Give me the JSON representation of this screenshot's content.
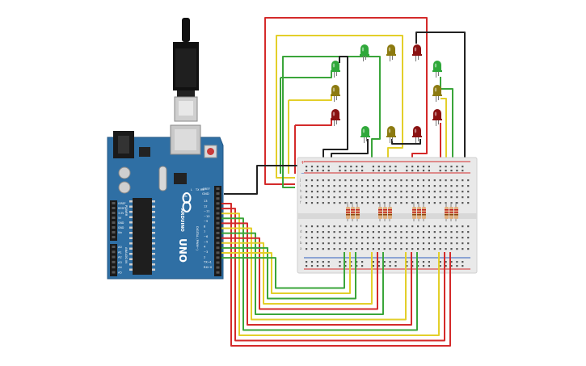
{
  "board": {
    "brand": "ARDUINO",
    "model": "UNO",
    "aref_label": "AREF",
    "gnd_label": "GND",
    "digital_header_title": "DIGITAL (PWM~)",
    "power_header_title": "POWER",
    "analog_header_title": "ANALOG IN",
    "digital_pins": [
      "13",
      "12",
      "~11",
      "~10",
      "~9",
      "8",
      "7",
      "~6",
      "~5",
      "4",
      "~3",
      "2",
      "TX→1",
      "RX←0"
    ],
    "power_pins": [
      "IOREF",
      "RESET",
      "3.3V",
      "5V",
      "GND",
      "GND",
      "Vin"
    ],
    "analog_pins": [
      "A0",
      "A1",
      "A2",
      "A3",
      "A4",
      "A5"
    ],
    "led_labels": [
      "L",
      "TX",
      "RX"
    ],
    "on_label": "ON"
  },
  "breadboard": {
    "rail_plus": "+",
    "rail_minus": "−",
    "row_letters_top": [
      "j",
      "i",
      "h",
      "g",
      "f"
    ],
    "row_letters_bottom": [
      "e",
      "d",
      "c",
      "b",
      "a"
    ]
  },
  "colors": {
    "board": "#2f6fa4",
    "wire_red": "#d42a2a",
    "wire_yellow": "#e3cf2a",
    "wire_green": "#3aa53a",
    "wire_black": "#222222",
    "led_green": "#2fa83a",
    "led_yellow": "#8c7a10",
    "led_red": "#8a1212"
  },
  "icons": [
    "usb-cable-icon",
    "arduino-infinity-logo-icon"
  ]
}
